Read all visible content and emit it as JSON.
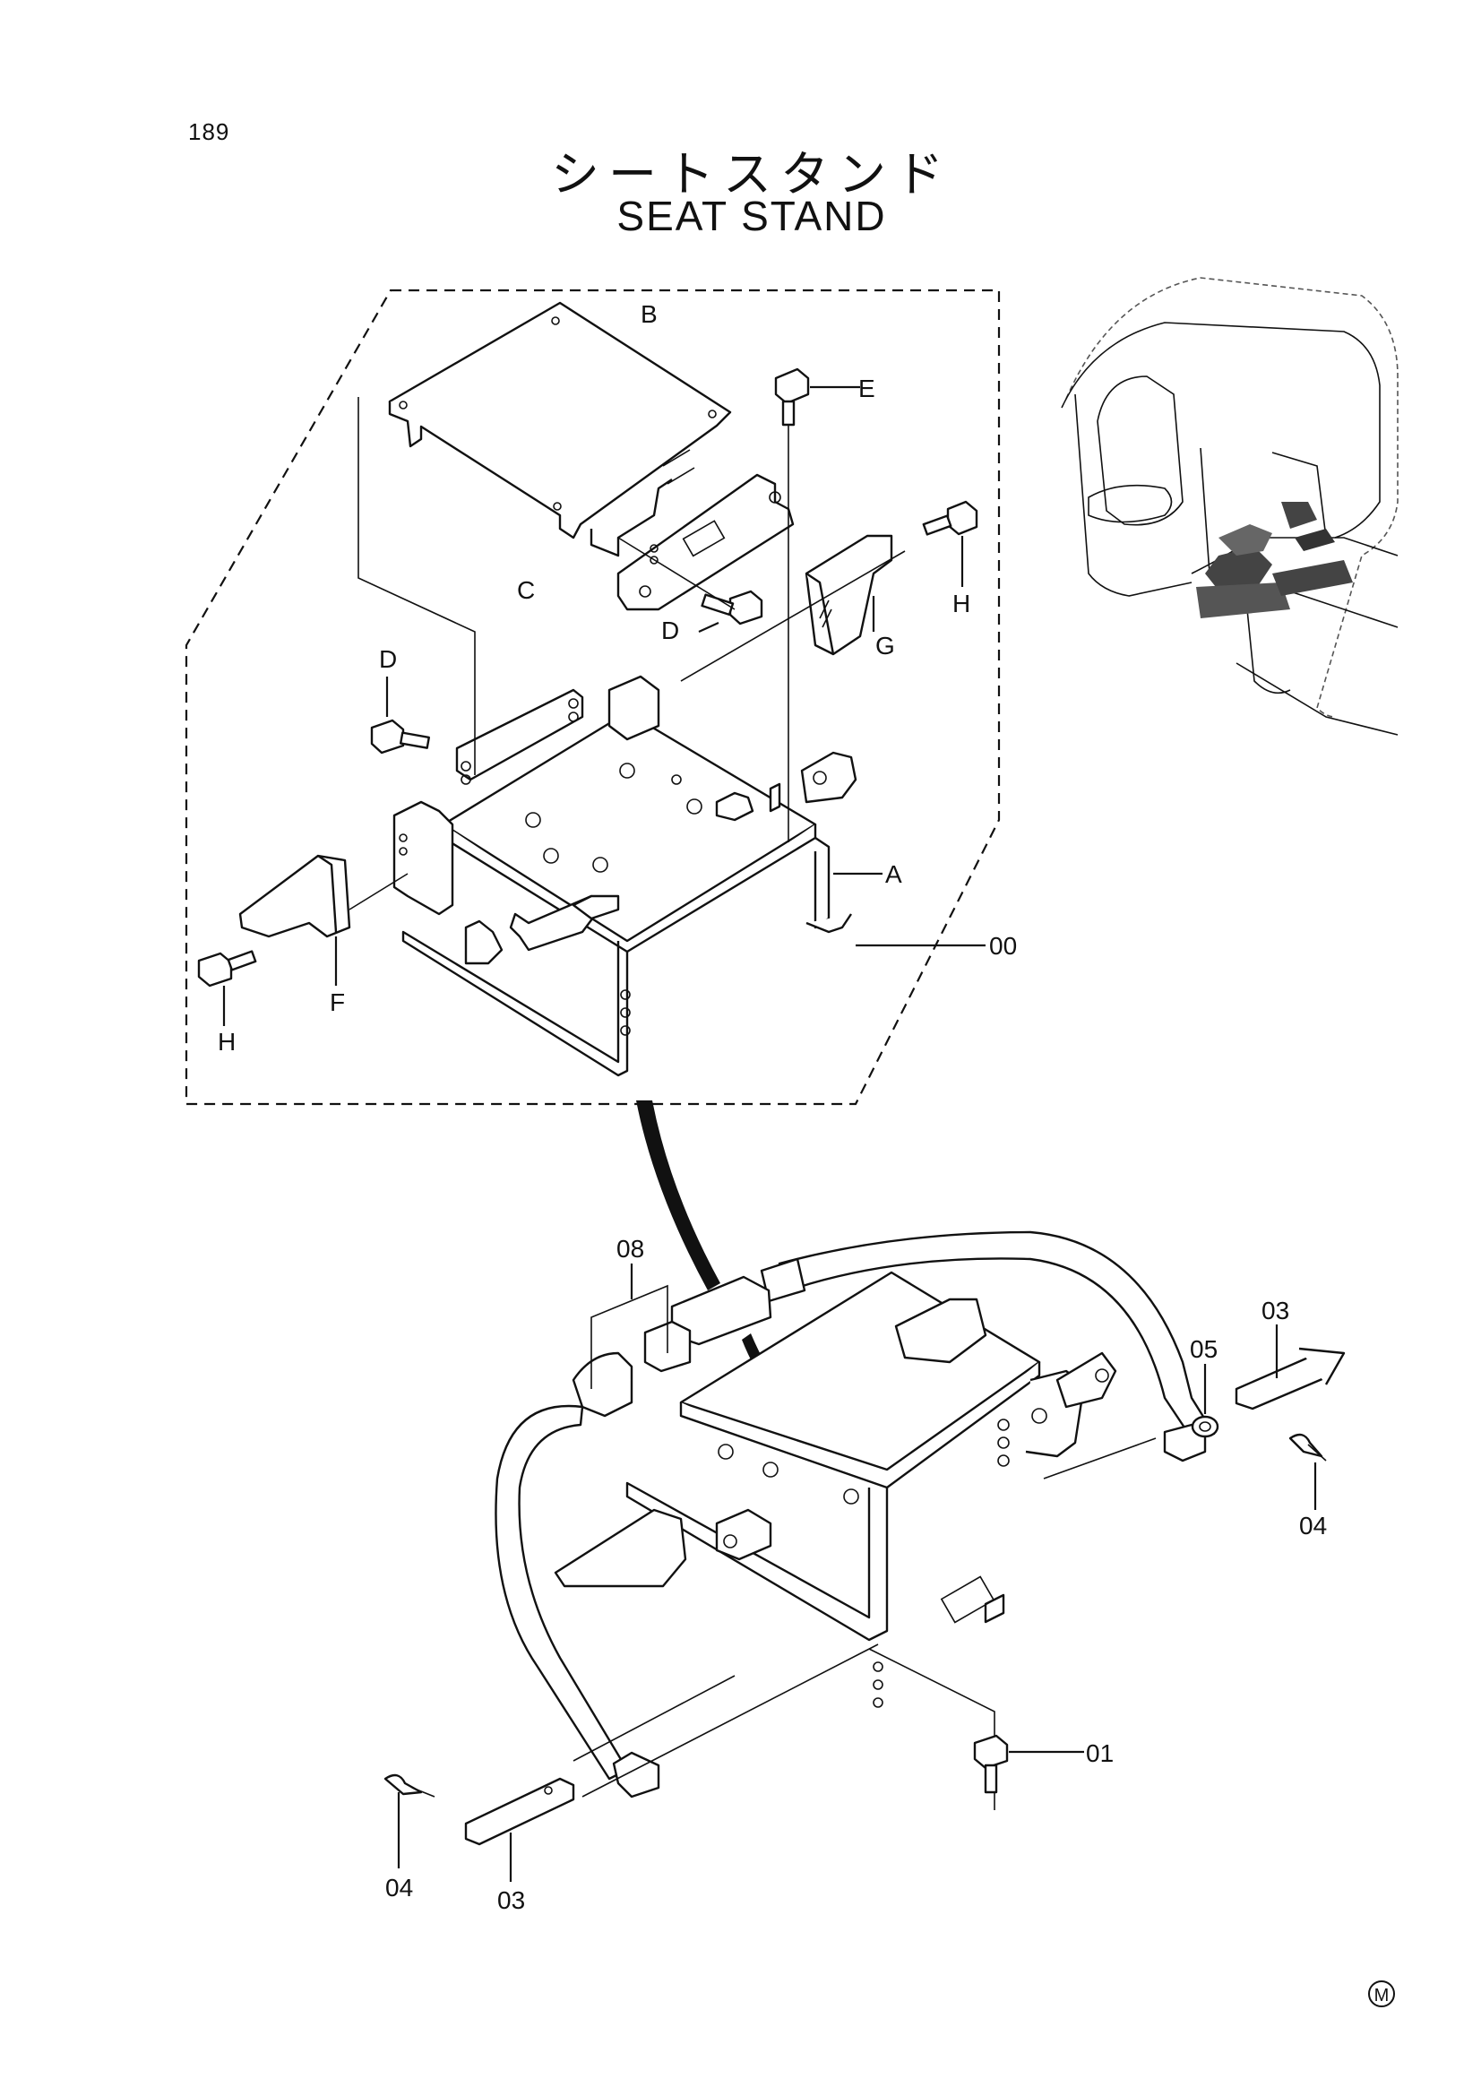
{
  "page": {
    "number": "189"
  },
  "title": {
    "jp": "シートスタンド",
    "en": "SEAT STAND"
  },
  "callouts": {
    "A": "A",
    "B": "B",
    "C": "C",
    "D1": "D",
    "D2": "D",
    "E": "E",
    "F": "F",
    "G": "G",
    "H1": "H",
    "H2": "H",
    "p00": "00",
    "p01": "01",
    "p03a": "03",
    "p03b": "03",
    "p04a": "04",
    "p04b": "04",
    "p05": "05",
    "p08": "08"
  },
  "mark": {
    "symbol": "M"
  }
}
